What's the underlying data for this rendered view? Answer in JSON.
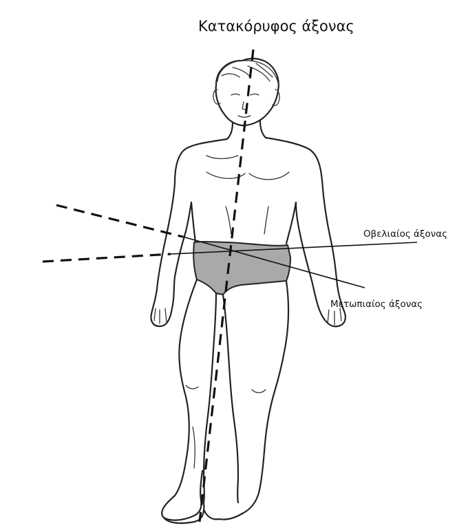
{
  "labels": {
    "vertical_axis": "Κατακόρυφος άξονας",
    "sagittal_axis": "Οβελιαίος άξονας",
    "frontal_axis": "Μετωπιαίος άξονας"
  },
  "colors": {
    "ink": "#111111",
    "briefs": "#a9a9a9"
  }
}
